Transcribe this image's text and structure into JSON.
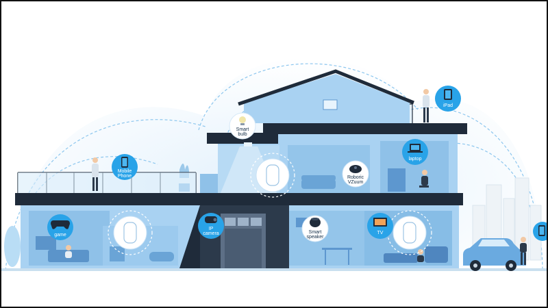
{
  "devices": {
    "smart_bulb": {
      "line1": "Smart",
      "line2": "bulb",
      "icon": "lightbulb-icon"
    },
    "ipad": {
      "label": "iPad",
      "icon": "tablet-icon"
    },
    "mobile_phone": {
      "line1": "Mobile",
      "line2": "Phone",
      "icon": "smartphone-icon"
    },
    "laptop": {
      "label": "laptop",
      "icon": "laptop-icon"
    },
    "robot_vacuum": {
      "line1": "Roboric",
      "line2": "VZuum",
      "icon": "robot-vacuum-icon"
    },
    "game": {
      "label": "game",
      "icon": "gamepad-icon"
    },
    "ip_camera": {
      "line1": "IP",
      "line2": "camera",
      "icon": "security-camera-icon"
    },
    "smart_speaker": {
      "line1": "Smart",
      "line2": "speaker",
      "icon": "smart-speaker-icon"
    },
    "tv": {
      "label": "TV",
      "icon": "tv-icon"
    },
    "car_app": {
      "icon": "phone-app-icon"
    }
  },
  "colors": {
    "house_light": "#a9d2f2",
    "house_mid": "#7fb6e3",
    "house_deep": "#5d97cf",
    "roof_dark": "#1f2b3a",
    "accent_blue": "#1e88e5",
    "wifi_dash": "#8cc6ee",
    "sky_glow": "#e8f4fd"
  }
}
